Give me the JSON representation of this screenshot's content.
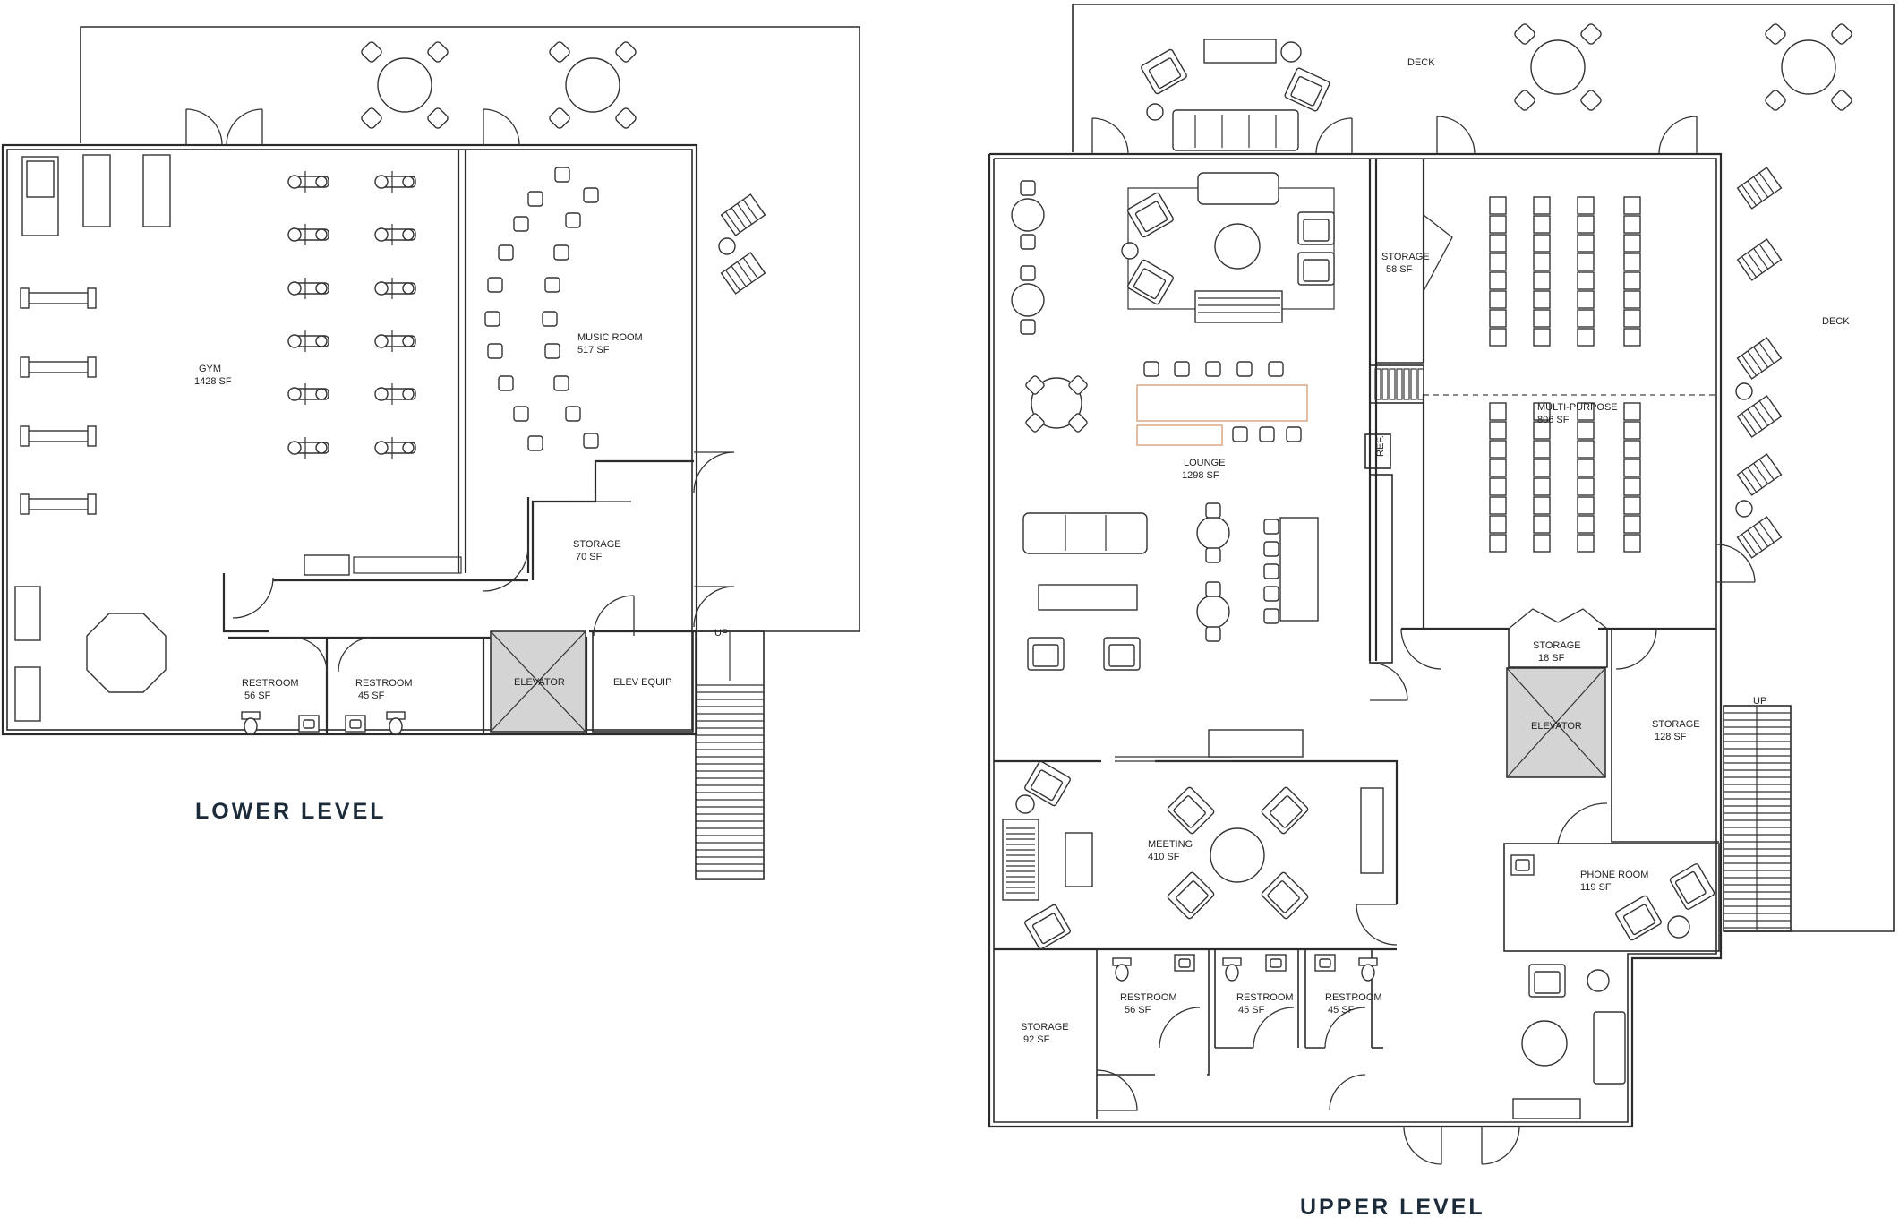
{
  "lower_level": {
    "title": "LOWER LEVEL",
    "rooms": [
      {
        "key": "gym",
        "name": "GYM",
        "area": "1428 SF"
      },
      {
        "key": "music",
        "name": "MUSIC ROOM",
        "area": "517 SF"
      },
      {
        "key": "storage",
        "name": "STORAGE",
        "area": "70 SF"
      },
      {
        "key": "restroom1",
        "name": "RESTROOM",
        "area": "56 SF"
      },
      {
        "key": "restroom2",
        "name": "RESTROOM",
        "area": "45 SF"
      },
      {
        "key": "elevator",
        "name": "ELEVATOR",
        "area": ""
      },
      {
        "key": "elev_equip",
        "name": "ELEV EQUIP",
        "area": ""
      }
    ],
    "stair_label": "UP"
  },
  "upper_level": {
    "title": "UPPER LEVEL",
    "rooms": [
      {
        "key": "deck_top",
        "name": "DECK",
        "area": ""
      },
      {
        "key": "deck_right",
        "name": "DECK",
        "area": ""
      },
      {
        "key": "lounge",
        "name": "LOUNGE",
        "area": "1298 SF"
      },
      {
        "key": "storage58",
        "name": "STORAGE",
        "area": "58 SF"
      },
      {
        "key": "ref",
        "name": "REF.",
        "area": ""
      },
      {
        "key": "multipurpose",
        "name": "MULTI-PURPOSE",
        "area": "806 SF"
      },
      {
        "key": "storage18",
        "name": "STORAGE",
        "area": "18 SF"
      },
      {
        "key": "elevator",
        "name": "ELEVATOR",
        "area": ""
      },
      {
        "key": "storage128",
        "name": "STORAGE",
        "area": "128 SF"
      },
      {
        "key": "meeting",
        "name": "MEETING",
        "area": "410 SF"
      },
      {
        "key": "phone",
        "name": "PHONE ROOM",
        "area": "119 SF"
      },
      {
        "key": "storage92",
        "name": "STORAGE",
        "area": "92 SF"
      },
      {
        "key": "restroom56",
        "name": "RESTROOM",
        "area": "56 SF"
      },
      {
        "key": "restroom45a",
        "name": "RESTROOM",
        "area": "45 SF"
      },
      {
        "key": "restroom45b",
        "name": "RESTROOM",
        "area": "45 SF"
      }
    ],
    "stair_label": "UP"
  },
  "colors": {
    "wall": "#2b2b2b",
    "elevator_fill": "#d4d4d4",
    "title": "#1c2b3a",
    "counter": "#d9a27d"
  }
}
